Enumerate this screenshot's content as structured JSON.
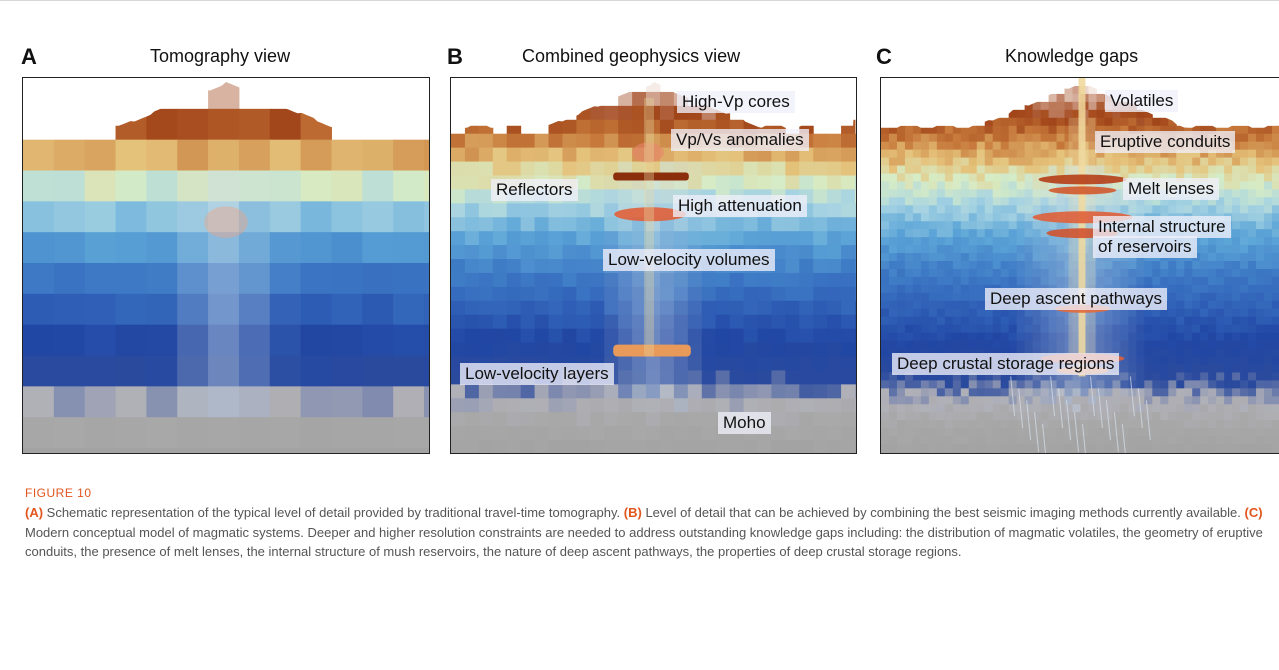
{
  "panels": [
    {
      "letter": "A",
      "title": "Tomography view"
    },
    {
      "letter": "B",
      "title": "Combined geophysics view",
      "labels": [
        "High-Vp cores",
        "Vp/Vs anomalies",
        "Reflectors",
        "High attenuation",
        "Low-velocity volumes",
        "Low-velocity layers",
        "Moho"
      ]
    },
    {
      "letter": "C",
      "title": "Knowledge gaps",
      "labels": [
        "Volatiles",
        "Eruptive conduits",
        "Melt lenses",
        "Internal structure",
        "of reservoirs",
        "Deep ascent pathways",
        "Deep crustal storage regions"
      ]
    }
  ],
  "caption": {
    "figure_label": "FIGURE 10",
    "a_tag": "(A)",
    "a_text": " Schematic representation of the typical level of detail provided by traditional travel-time tomography. ",
    "b_tag": "(B)",
    "b_text": " Level of detail that can be achieved by combining the best seismic imaging methods currently available. ",
    "c_tag": "(C)",
    "c_text": " Modern conceptual model of magmatic systems. Deeper and higher resolution constraints are needed to address outstanding knowledge gaps including: the distribution of magmatic volatiles, the geometry of eruptive conduits, the presence of melt lenses, the internal structure of mush reservoirs, the nature of deep ascent pathways, the properties of deep crustal storage regions."
  },
  "colors": {
    "accent": "#e2561e",
    "crust_top": "#a1451a",
    "deep_blue": "#1f47a6",
    "mantle": "#a9a9a9"
  }
}
